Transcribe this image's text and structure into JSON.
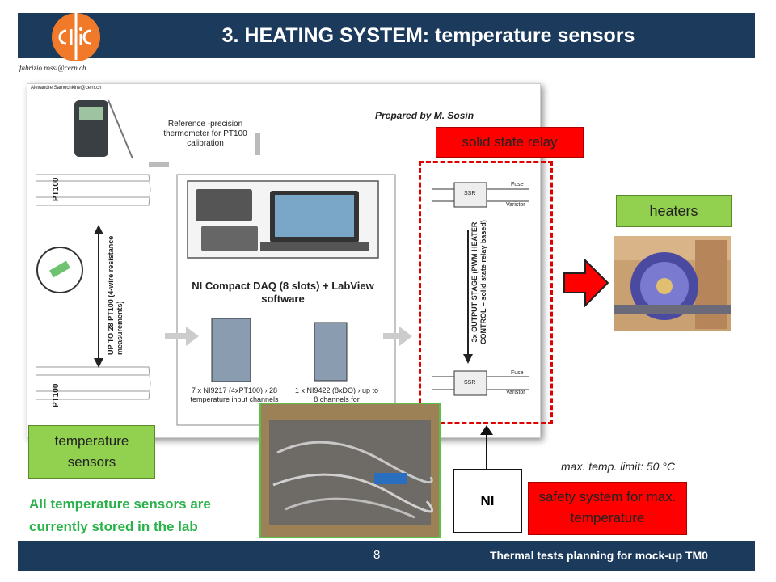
{
  "header": {
    "title": "3. HEATING SYSTEM: temperature sensors",
    "logo_text": "clic",
    "email": "fabrizio.rossi@cern.ch"
  },
  "diagram": {
    "author_note": "Alexandre.Samochkine@cern.ch",
    "prepared_by": "Prepared by M. Sosin",
    "reference_thermometer": "Reference -precision thermometer for PT100 calibration",
    "pt100_top": "PT100",
    "pt100_bottom": "PT100",
    "sensors_vertical": "UP TO 28 PT100 (4-wire resistance measurements)",
    "daq_title": "NI Compact DAQ (8 slots) + LabView software",
    "ni9217": "7 x NI9217 (4xPT100) › 28 temperature input channels",
    "ni9422": "1 x NI9422 (8xDO) › up to 8 channels for",
    "output_stage": "3x OUTPUT STAGE (PWM HEATER CONTROL – solid state relay based)",
    "ssr": "SSR",
    "fuse": "Fuse",
    "varistor": "Varistor"
  },
  "labels": {
    "solid_state_relay": "solid state relay",
    "heaters": "heaters",
    "temperature_sensors": "temperature sensors",
    "safety_system": "safety system for max. temperature",
    "ni": "NI",
    "max_temp": "max. temp. limit: 50 °C",
    "stored_note": "All temperature sensors are currently stored in the lab"
  },
  "footer": {
    "page_number": "8",
    "text": "Thermal tests planning for mock-up TM0"
  },
  "colors": {
    "bar": "#1b3a5c",
    "red_label": "#ff0000",
    "green_label": "#92d050",
    "green_text": "#2ab24a",
    "logo_orange": "#f07a2a"
  }
}
